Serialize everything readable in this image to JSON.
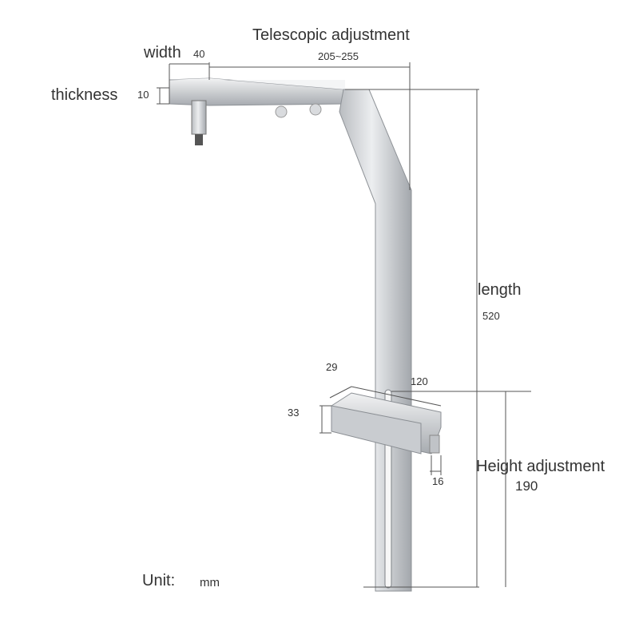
{
  "labels": {
    "telescopic": "Telescopic adjustment",
    "telescopic_range": "205~255",
    "width": "width",
    "width_value": "40",
    "thickness": "thickness",
    "thickness_value": "10",
    "length": "length",
    "length_value": "520",
    "clamp_depth": "29",
    "clamp_width": "120",
    "clamp_height": "33",
    "clamp_gap": "16",
    "height_adjustment": "Height adjustment",
    "height_value": "190",
    "unit_label": "Unit:",
    "unit_value": "mm"
  },
  "colors": {
    "metal_light": "#e4e6e8",
    "metal_dark": "#9a9ea3",
    "line": "#555555"
  }
}
